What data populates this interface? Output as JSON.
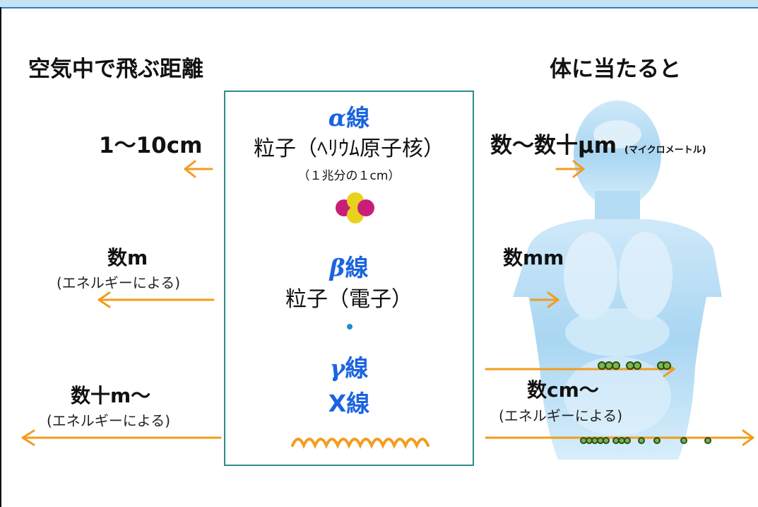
{
  "headings": {
    "left": "空気中で飛ぶ距離",
    "right": "体に当たると"
  },
  "radiation": {
    "alpha": {
      "symbol": "α",
      "suffix": "線",
      "particle": "粒子（ﾍﾘｳﾑ原子核）",
      "size_note": "（１兆分の１cm）"
    },
    "beta": {
      "symbol": "β",
      "suffix": "線",
      "particle": "粒子（電子）"
    },
    "gamma": {
      "symbol": "γ",
      "suffix": "線"
    },
    "xray": {
      "symbol": "X",
      "suffix": "線"
    }
  },
  "air_distance": {
    "alpha": {
      "value": "1～10cm"
    },
    "beta": {
      "value": "数m",
      "note": "(エネルギーによる)"
    },
    "gamma": {
      "value": "数十m～",
      "note": "(エネルギーによる)"
    }
  },
  "body_penetration": {
    "alpha": {
      "value": "数～数十μm",
      "note": "(マイクロメートル)"
    },
    "beta": {
      "value": "数mm"
    },
    "gamma": {
      "value": "数cm～",
      "note": "(エネルギーによる)"
    }
  },
  "colors": {
    "arrow": "#f39c1e",
    "title_blue": "#1a64e0",
    "box_border": "#2f8b8b",
    "body_blue": "#9fd0f0",
    "alpha_proton": "#c81e78",
    "alpha_neutron": "#e8d21e",
    "electron": "#1f8fc8"
  },
  "icons": {
    "alpha_particle": "helium-nucleus-icon",
    "electron": "electron-dot-icon",
    "wave": "electromagnetic-wave-icon",
    "body": "human-torso-illustration"
  }
}
